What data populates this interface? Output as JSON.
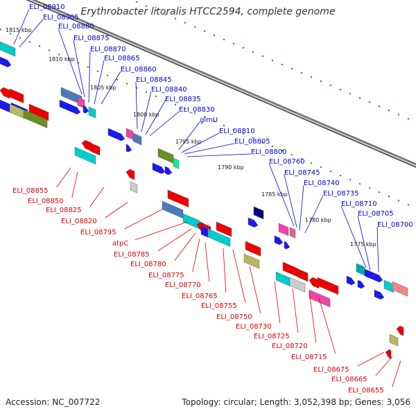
{
  "title": "Erythrobacter litoralis HTCC2594, complete genome",
  "accession": "Accession: NC_007722",
  "topology": "Topology: circular; Length: 3,052,398 bp; Genes: 3,056",
  "colors": {
    "backbone": "#888888",
    "tick": "#2e8b1e",
    "forward_label": "#0000cc",
    "reverse_label": "#dd0000"
  },
  "kbp_labels": [
    "1815 kbp",
    "1810 kbp",
    "1805 kbp",
    "1800 kbp",
    "1795 kbp",
    "1790 kbp",
    "1785 kbp",
    "1780 kbp",
    "1775 kbp"
  ],
  "forward_labels": [
    "ELI_08910",
    "ELI_08905",
    "ELI_08880",
    "ELI_08875",
    "ELI_08870",
    "ELI_08865",
    "ELI_08860",
    "ELI_08845",
    "ELI_08840",
    "ELI_08835",
    "ELI_08830",
    "glmU",
    "ELI_08810",
    "ELI_08805",
    "ELI_08800",
    "ELI_08760",
    "ELI_08745",
    "ELI_08740",
    "ELI_08735",
    "ELI_08710",
    "ELI_08705",
    "ELI_08700"
  ],
  "reverse_labels": [
    "ELI_08855",
    "ELI_08850",
    "ELI_08825",
    "ELI_08820",
    "ELI_08795",
    "atpC",
    "ELI_08785",
    "ELI_08780",
    "ELI_08775",
    "ELI_08770",
    "ELI_08765",
    "ELI_08755",
    "ELI_08750",
    "ELI_08730",
    "ELI_08725",
    "ELI_08720",
    "ELI_08715",
    "ELI_08675",
    "ELI_08665",
    "ELI_08655"
  ]
}
